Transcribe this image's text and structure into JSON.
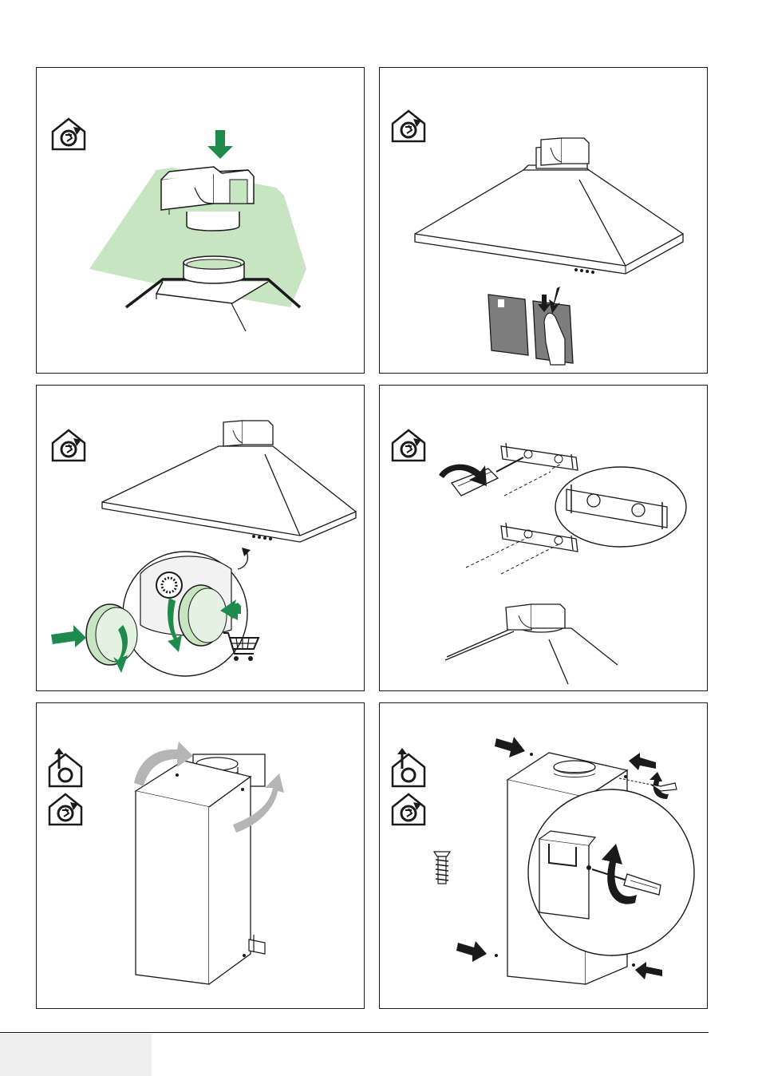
{
  "document": {
    "page_number": "",
    "language_tab": ""
  },
  "colors": {
    "accent_green": "#1e8a4c",
    "light_green": "#c7e5c1",
    "line": "#1a1a1a",
    "arrow_gray": "#b5b5b5"
  },
  "icons": {
    "recirculation_mode": "house-recirculation-icon",
    "extraction_mode": "house-extraction-icon",
    "shopping_cart": "shopping-cart-icon"
  },
  "panels": [
    {
      "id": "p1",
      "step": "mount-deflector-on-outlet"
    },
    {
      "id": "p2",
      "step": "remove-grease-filters"
    },
    {
      "id": "p3",
      "step": "install-carbon-filters"
    },
    {
      "id": "p4",
      "step": "fix-chimney-brackets"
    },
    {
      "id": "p5",
      "step": "fit-inner-chimney"
    },
    {
      "id": "p6",
      "step": "screw-chimney-in-place"
    }
  ]
}
